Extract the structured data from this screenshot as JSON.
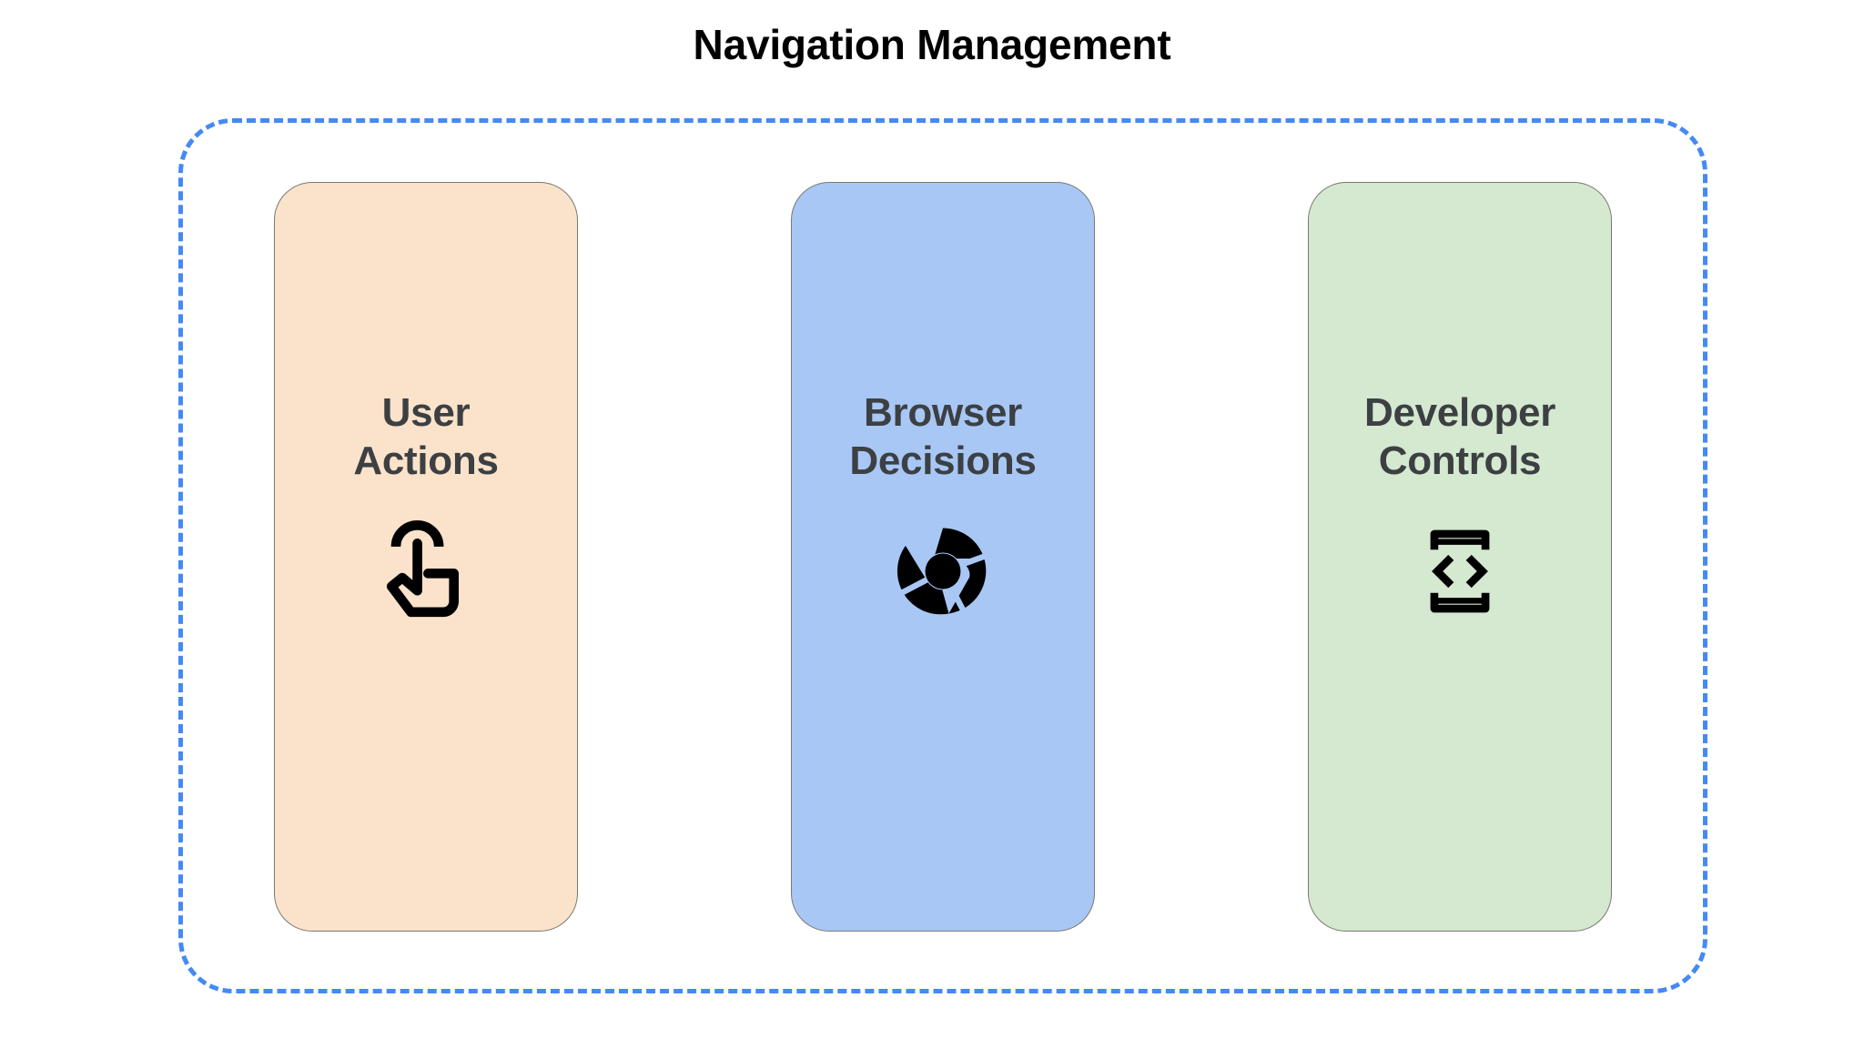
{
  "diagram": {
    "title": "Navigation Management",
    "container": {
      "name": "navigation-management-group",
      "border_style": "dashed",
      "border_color": "#4589f5"
    },
    "cards": [
      {
        "id": "user-actions",
        "label": "User\nActions",
        "label_line_1": "User",
        "label_line_2": "Actions",
        "bg_color": "#fbe2ca",
        "border_color": "#7a7a72",
        "text_color": "#3c4043",
        "icon": "touch-app-icon",
        "icon_color": "#000000"
      },
      {
        "id": "browser-decisions",
        "label": "Browser\nDecisions",
        "label_line_1": "Browser",
        "label_line_2": "Decisions",
        "bg_color": "#a8c7f5",
        "border_color": "#7a7a72",
        "text_color": "#3c4043",
        "icon": "chrome-logo-icon",
        "icon_color": "#000000"
      },
      {
        "id": "developer-controls",
        "label": "Developer\nControls",
        "label_line_1": "Developer",
        "label_line_2": "Controls",
        "bg_color": "#d5e8d0",
        "border_color": "#7a7a72",
        "text_color": "#3c4043",
        "icon": "developer-mode-icon",
        "icon_color": "#000000"
      }
    ]
  }
}
